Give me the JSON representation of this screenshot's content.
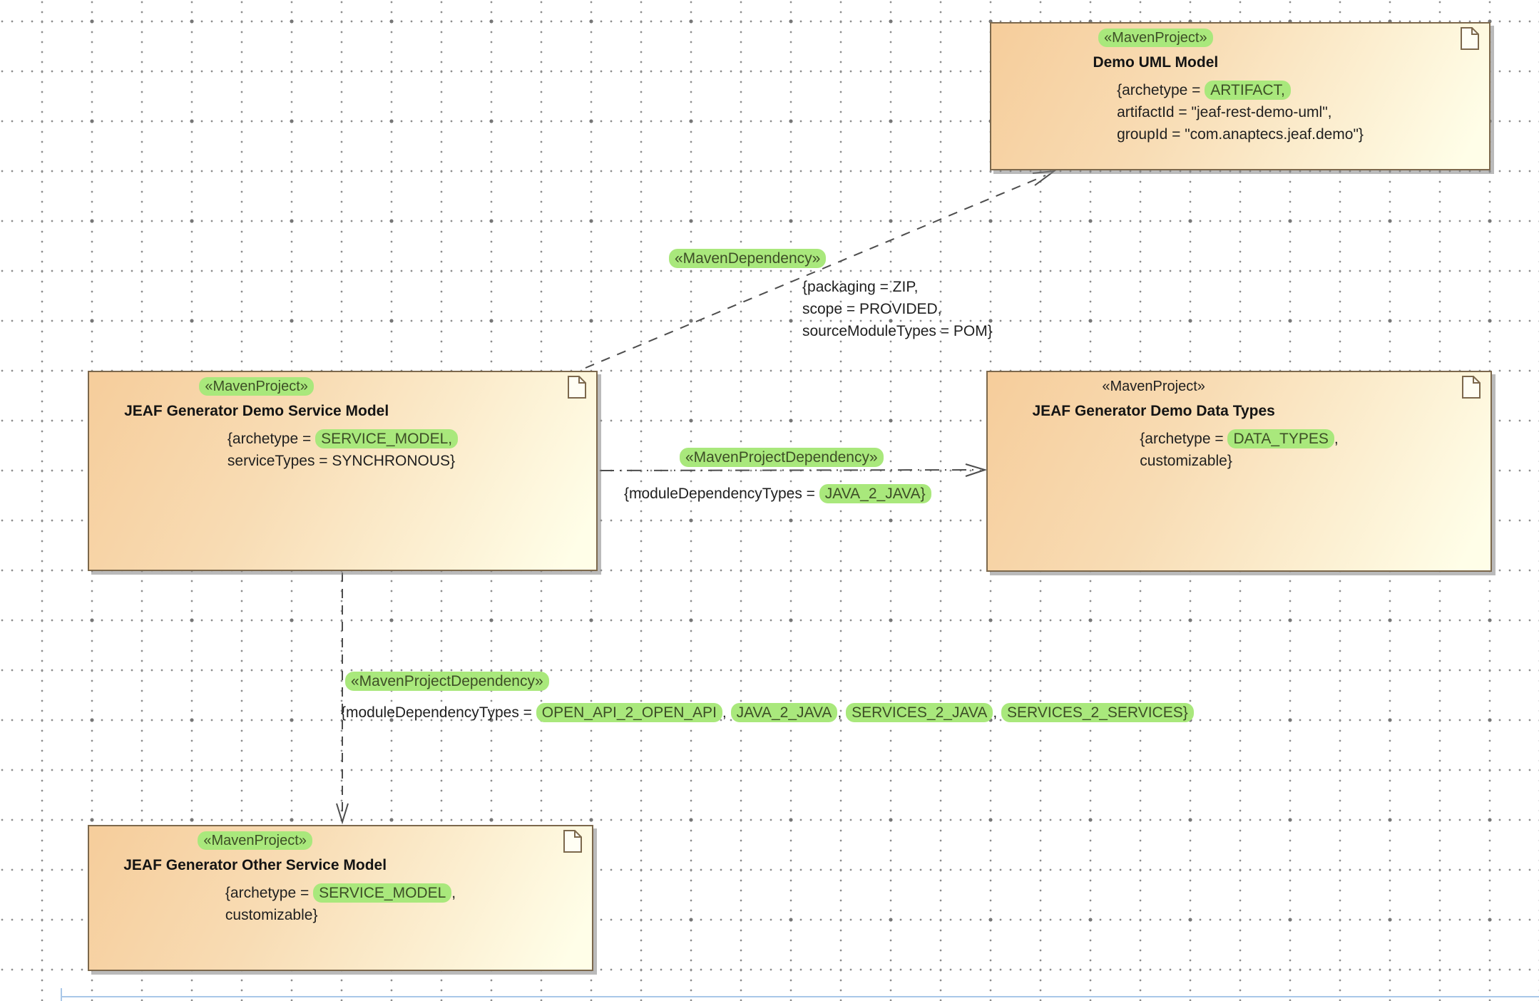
{
  "colors": {
    "highlight": "#a9e87c",
    "box_border": "#7c684c",
    "box_fill_start": "#f6cd9b",
    "box_fill_end": "#fffee8",
    "edge_stroke": "#4d4d4d",
    "grid_dot": "#8d8d8d",
    "frame_blue": "#a9c7e8"
  },
  "boxes": [
    {
      "id": "demo-uml-model",
      "stereotype": [
        {
          "t": "«MavenProject»",
          "hl": true
        }
      ],
      "title": "Demo UML Model",
      "props": [
        [
          {
            "t": "{archetype = "
          },
          {
            "t": "ARTIFACT,",
            "hl": true
          }
        ],
        [
          {
            "t": "artifactId = \"jeaf-rest-demo-uml\","
          }
        ],
        [
          {
            "t": "groupId = \"com.anaptecs.jeaf.demo\"}"
          }
        ]
      ]
    },
    {
      "id": "jeaf-generator-demo-service-model",
      "stereotype": [
        {
          "t": "«MavenProject»",
          "hl": true
        }
      ],
      "title": "JEAF Generator Demo Service Model",
      "props": [
        [
          {
            "t": "{archetype = "
          },
          {
            "t": "SERVICE_MODEL,",
            "hl": true
          }
        ],
        [
          {
            "t": "serviceTypes = SYNCHRONOUS}"
          }
        ]
      ]
    },
    {
      "id": "jeaf-generator-demo-data-types",
      "stereotype": [
        {
          "t": "«MavenProject»",
          "hl": false
        }
      ],
      "title": "JEAF Generator Demo Data Types",
      "props": [
        [
          {
            "t": "{archetype = "
          },
          {
            "t": "DATA_TYPES",
            "hl": true
          },
          {
            "t": ","
          }
        ],
        [
          {
            "t": "customizable}"
          }
        ]
      ]
    },
    {
      "id": "jeaf-generator-other-service-model",
      "stereotype": [
        {
          "t": "«MavenProject»",
          "hl": true
        }
      ],
      "title": "JEAF Generator Other Service Model",
      "props": [
        [
          {
            "t": "{archetype = "
          },
          {
            "t": "SERVICE_MODEL",
            "hl": true
          },
          {
            "t": ","
          }
        ],
        [
          {
            "t": "customizable}"
          }
        ]
      ]
    }
  ],
  "edges": [
    {
      "id": "maven-dependency",
      "stereotype": [
        {
          "t": "«MavenDependency»",
          "hl": true
        }
      ],
      "props": [
        [
          {
            "t": "{packaging = ZIP,"
          }
        ],
        [
          {
            "t": "scope = PROVIDED,"
          }
        ],
        [
          {
            "t": "sourceModuleTypes = POM}"
          }
        ]
      ]
    },
    {
      "id": "maven-project-dependency-data-types",
      "stereotype": [
        {
          "t": "«MavenProjectDependency»",
          "hl": true
        }
      ],
      "props": [
        [
          {
            "t": "{moduleDependencyTypes = "
          },
          {
            "t": "JAVA_2_JAVA}",
            "hl": true
          }
        ]
      ]
    },
    {
      "id": "maven-project-dependency-other-model",
      "stereotype": [
        {
          "t": "«MavenProjectDependency»",
          "hl": true
        }
      ],
      "props": [
        [
          {
            "t": "{moduleDependencyTypes = "
          },
          {
            "t": "OPEN_API_2_OPEN_API",
            "hl": true
          },
          {
            "t": ", "
          },
          {
            "t": "JAVA_2_JAVA",
            "hl": true
          },
          {
            "t": ", "
          },
          {
            "t": "SERVICES_2_JAVA",
            "hl": true
          },
          {
            "t": ", "
          },
          {
            "t": "SERVICES_2_SERVICES}",
            "hl": true
          }
        ]
      ]
    }
  ]
}
